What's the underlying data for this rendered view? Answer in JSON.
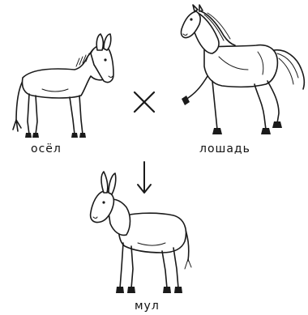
{
  "labels": {
    "donkey": "осёл",
    "horse": "лошадь",
    "mule": "мул"
  },
  "symbols": {
    "cross": "×",
    "arrow": "↓"
  },
  "colors": {
    "ink": "#1a1a1a",
    "background": "#ffffff"
  }
}
